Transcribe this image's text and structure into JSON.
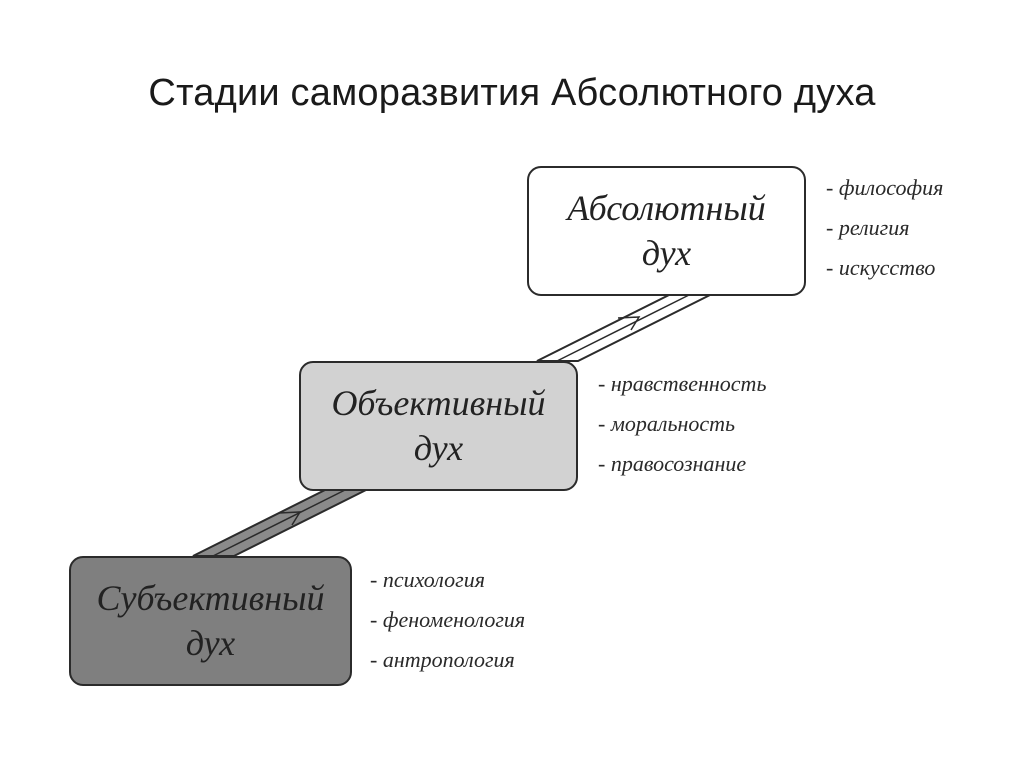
{
  "title": "Стадии саморазвития Абсолютного духа",
  "stages": [
    {
      "line1": "Абсолютный",
      "line2": "дух",
      "fill": "#ffffff",
      "branches": [
        "- философия",
        "- религия",
        "- искусство"
      ]
    },
    {
      "line1": "Объективный",
      "line2": "дух",
      "fill": "#d2d2d2",
      "branches": [
        "- нравственность",
        "- моральность",
        "- правосознание"
      ]
    },
    {
      "line1": "Субъективный",
      "line2": "дух",
      "fill": "#7f7f7f",
      "branches": [
        "- психология",
        "- феноменология",
        "- антропология"
      ]
    }
  ],
  "connectors": [
    {
      "from": "Субъективный",
      "to": "Объективный",
      "fill": "#7f7f7f"
    },
    {
      "from": "Объективный",
      "to": "Абсолютный",
      "fill": "#ffffff"
    }
  ]
}
